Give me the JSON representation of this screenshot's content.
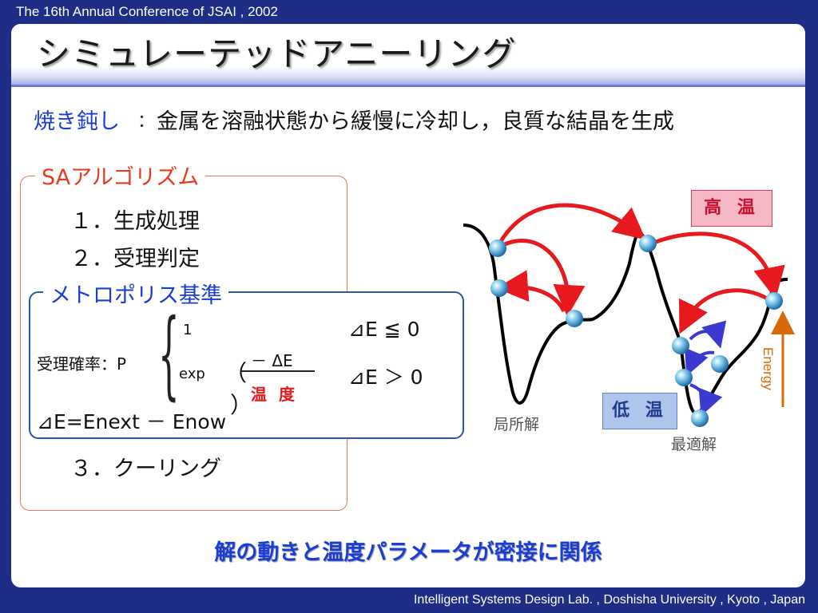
{
  "header": {
    "conference": "The 16th Annual Conference of JSAI , 2002"
  },
  "title": "シミュレーテッドアニーリング",
  "annealing": {
    "term": "焼き鈍し",
    "colon": "：",
    "definition": "金属を溶融状態から緩慢に冷却し，良質な結晶を生成"
  },
  "sa": {
    "title": "SAアルゴリズム",
    "step1": "１．生成処理",
    "step2": "２．受理判定",
    "step3": "３．クーリング"
  },
  "metropolis": {
    "title": "メトロポリス基準",
    "prob_label": "受理確率：P",
    "case1_value": "1",
    "exp_label": "exp",
    "paren_open": "（",
    "paren_close": "）",
    "numerator": "－ ΔE",
    "denominator": "温 度",
    "cond1": "⊿E ≦ 0",
    "cond2": "⊿E ＞ 0",
    "delta_def": "⊿E=Enext － Enow"
  },
  "diagram": {
    "high_temp": "高 温",
    "low_temp": "低 温",
    "local_solution": "局所解",
    "optimal_solution": "最適解",
    "energy_axis": "Energy",
    "colors": {
      "curve": "#000000",
      "high_arrow": "#e8191e",
      "low_arrow": "#3a3ad0",
      "ball": "#5ab2e0",
      "energy": "#d9680a"
    }
  },
  "bottom_message": "解の動きと温度パラメータが密接に関係",
  "footer": {
    "lab": "Intelligent Systems Design Lab. , Doshisha University , Kyoto , Japan"
  }
}
